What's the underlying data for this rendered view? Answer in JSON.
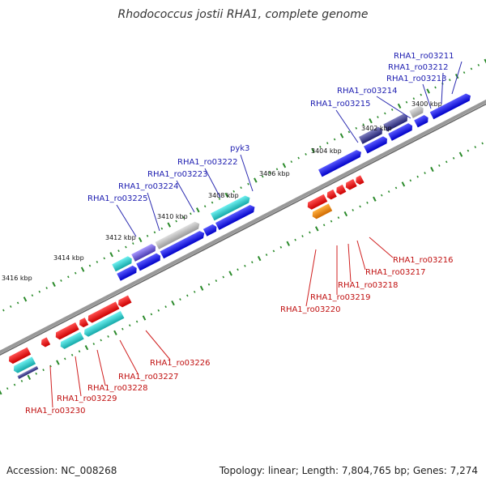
{
  "title": "Rhodococcus jostii RHA1, complete genome",
  "footer": {
    "accession": "Accession: NC_008268",
    "topology": "Topology: linear; Length: 7,804,765 bp; Genes: 7,274"
  },
  "ticks": [
    {
      "label": "3400 kbp"
    },
    {
      "label": "3402 kbp"
    },
    {
      "label": "3404 kbp"
    },
    {
      "label": "3406 kbp"
    },
    {
      "label": "3408 kbp"
    },
    {
      "label": "3410 kbp"
    },
    {
      "label": "3412 kbp"
    },
    {
      "label": "3414 kbp"
    },
    {
      "label": "3416 kbp"
    }
  ],
  "forward_labels": [
    "RHA1_ro03211",
    "RHA1_ro03212",
    "RHA1_ro03213",
    "RHA1_ro03214",
    "RHA1_ro03215",
    "pyk3",
    "RHA1_ro03222",
    "RHA1_ro03223",
    "RHA1_ro03224",
    "RHA1_ro03225"
  ],
  "reverse_labels": [
    "RHA1_ro03216",
    "RHA1_ro03217",
    "RHA1_ro03218",
    "RHA1_ro03219",
    "RHA1_ro03220",
    "RHA1_ro03226",
    "RHA1_ro03227",
    "RHA1_ro03228",
    "RHA1_ro03229",
    "RHA1_ro03230"
  ],
  "colors": {
    "forward_cds": "#1a1ae6",
    "reverse_cds": "#e61a1a",
    "forward_gene": "#22c8c8",
    "reverse_gene": "#ff8c00",
    "purple_feature": "#6a5acd",
    "gray_feature": "#b0b0b0",
    "backbone": "#888888",
    "tick": "#2a8a2a"
  }
}
